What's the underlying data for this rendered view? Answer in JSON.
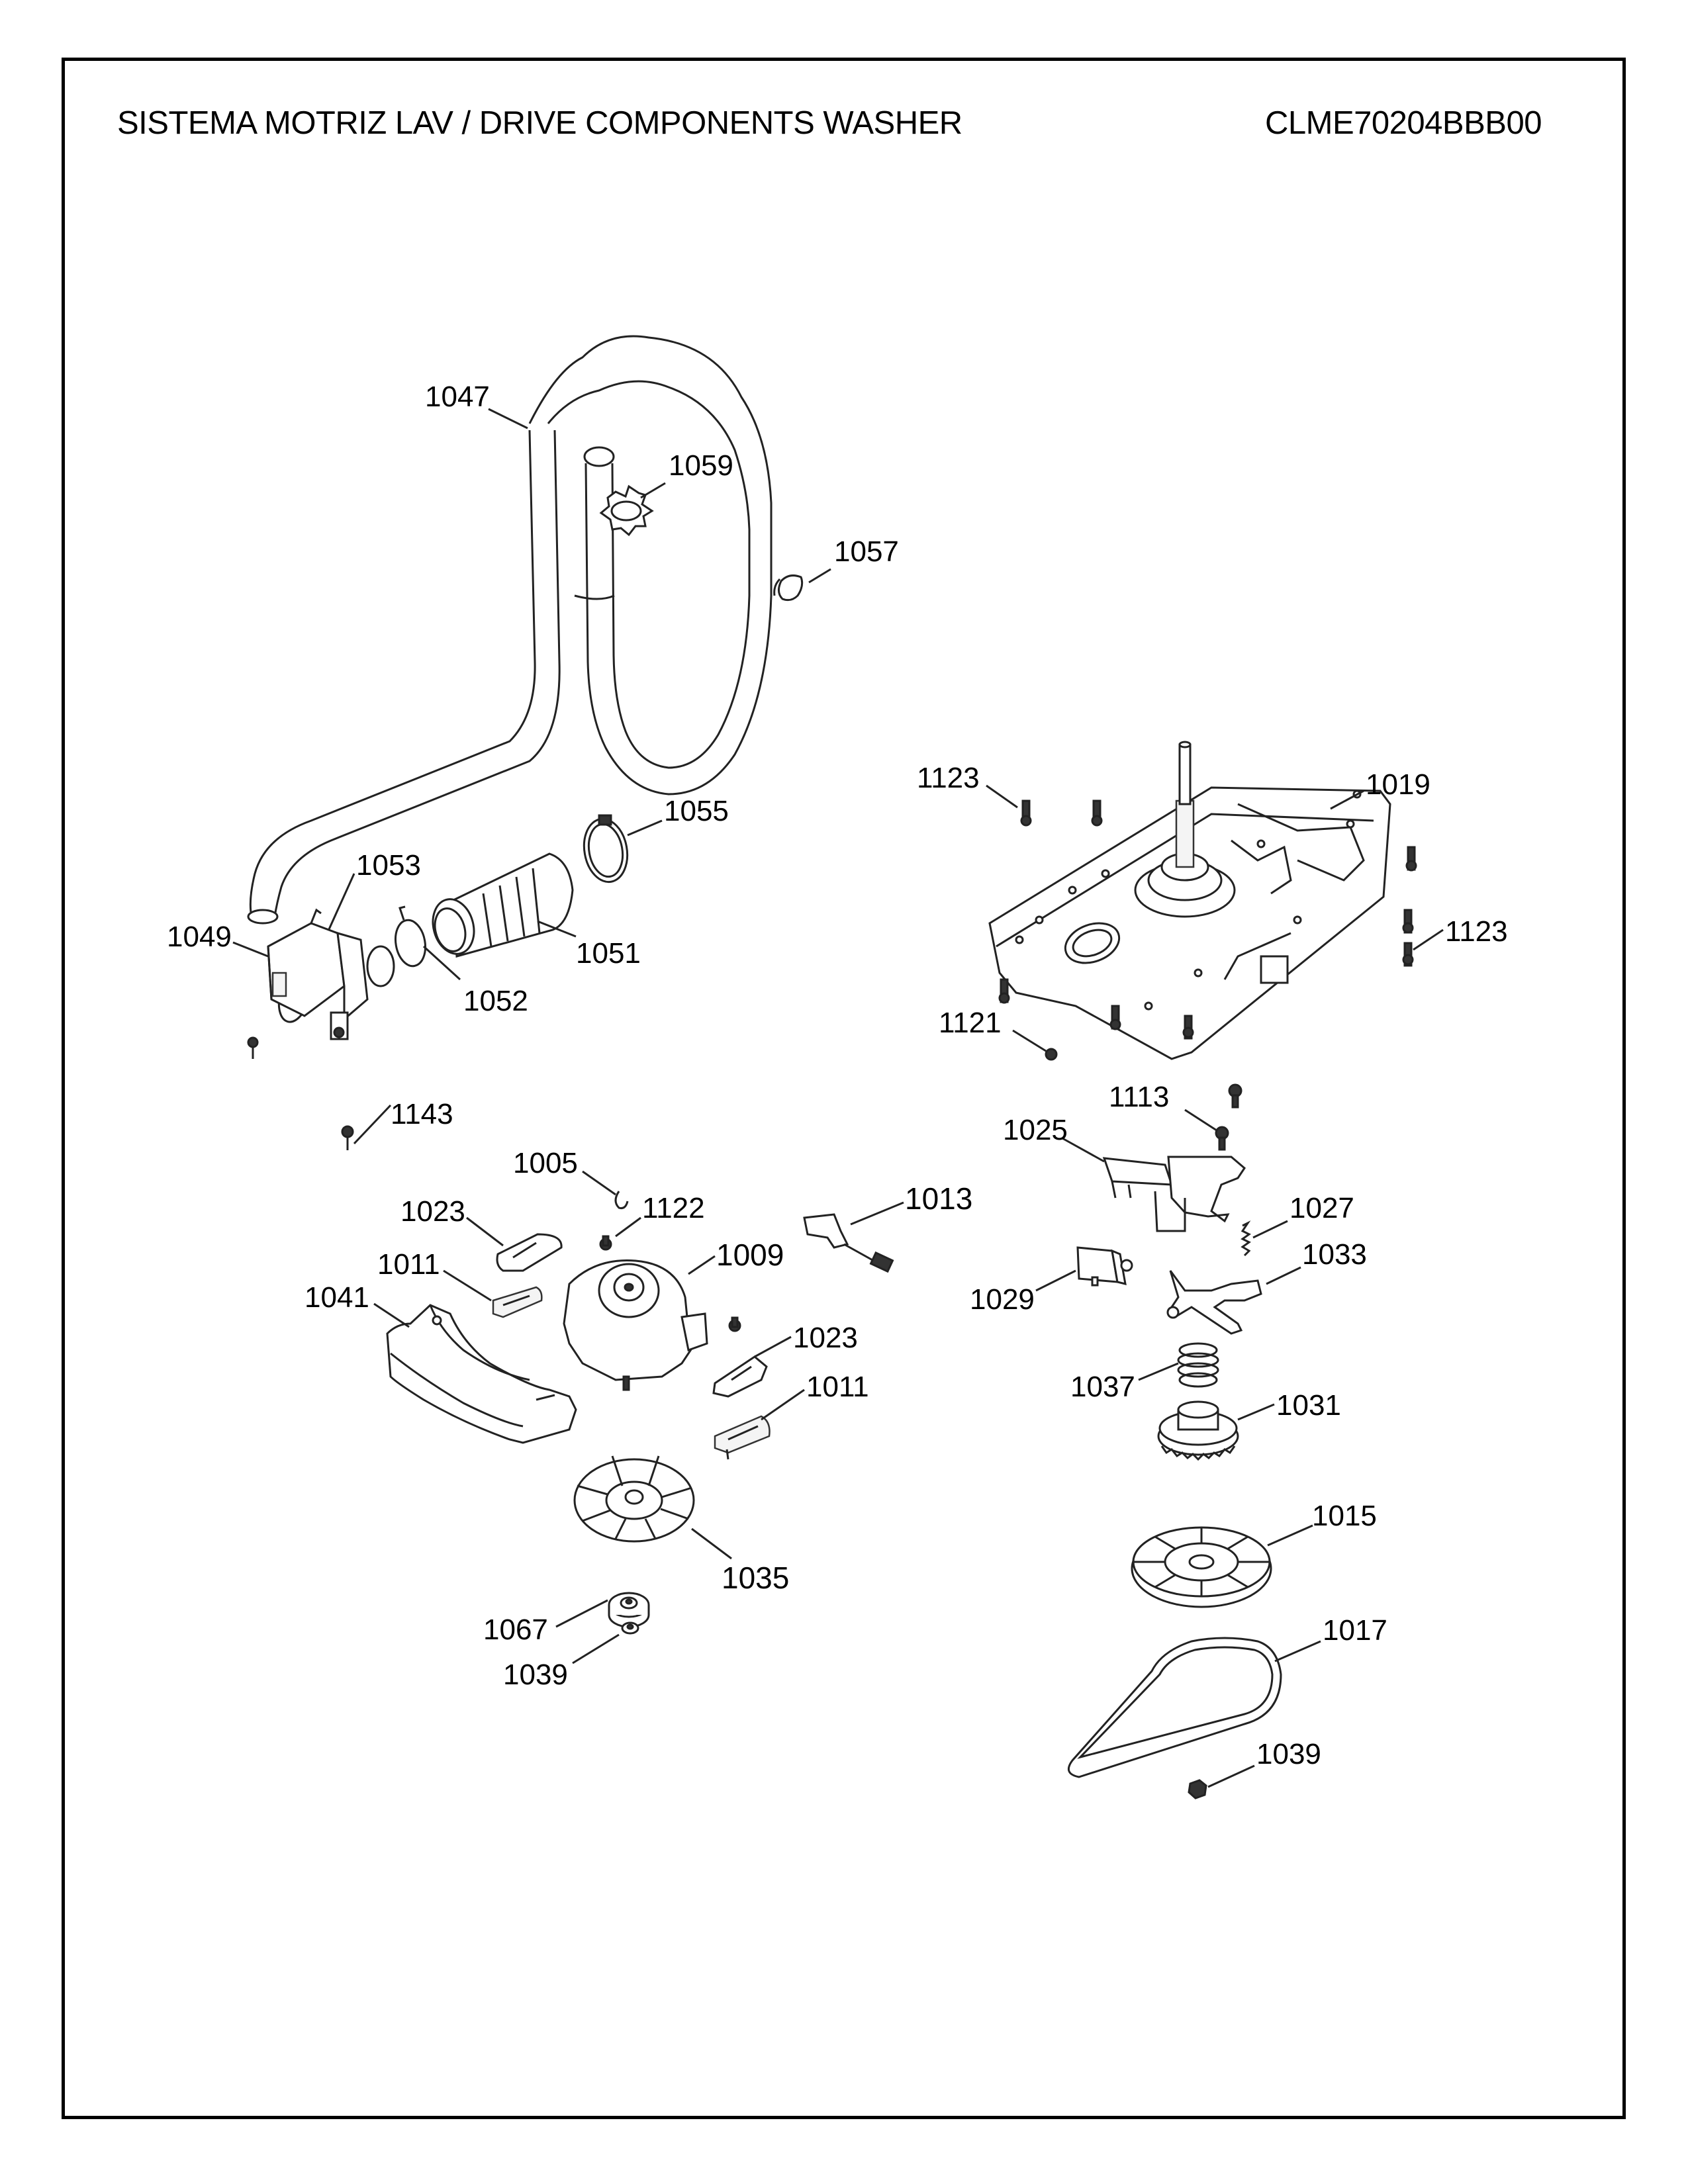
{
  "header": {
    "title": "SISTEMA MOTRIZ LAV / DRIVE COMPONENTS WASHER",
    "model": "CLME70204BBB00"
  },
  "parts": {
    "p1047": "1047",
    "p1059": "1059",
    "p1057": "1057",
    "p1053": "1053",
    "p1055": "1055",
    "p1049": "1049",
    "p1051": "1051",
    "p1052": "1052",
    "p1143": "1143",
    "p1123a": "1123",
    "p1019": "1019",
    "p1123b": "1123",
    "p1121": "1121",
    "p1113": "1113",
    "p1025": "1025",
    "p1027": "1027",
    "p1029": "1029",
    "p1033": "1033",
    "p1037": "1037",
    "p1031": "1031",
    "p1015": "1015",
    "p1017": "1017",
    "p1039b": "1039",
    "p1005": "1005",
    "p1122": "1122",
    "p1013": "1013",
    "p1023a": "1023",
    "p1011a": "1011",
    "p1009": "1009",
    "p1041": "1041",
    "p1023b": "1023",
    "p1011b": "1011",
    "p1035": "1035",
    "p1067": "1067",
    "p1039a": "1039"
  }
}
